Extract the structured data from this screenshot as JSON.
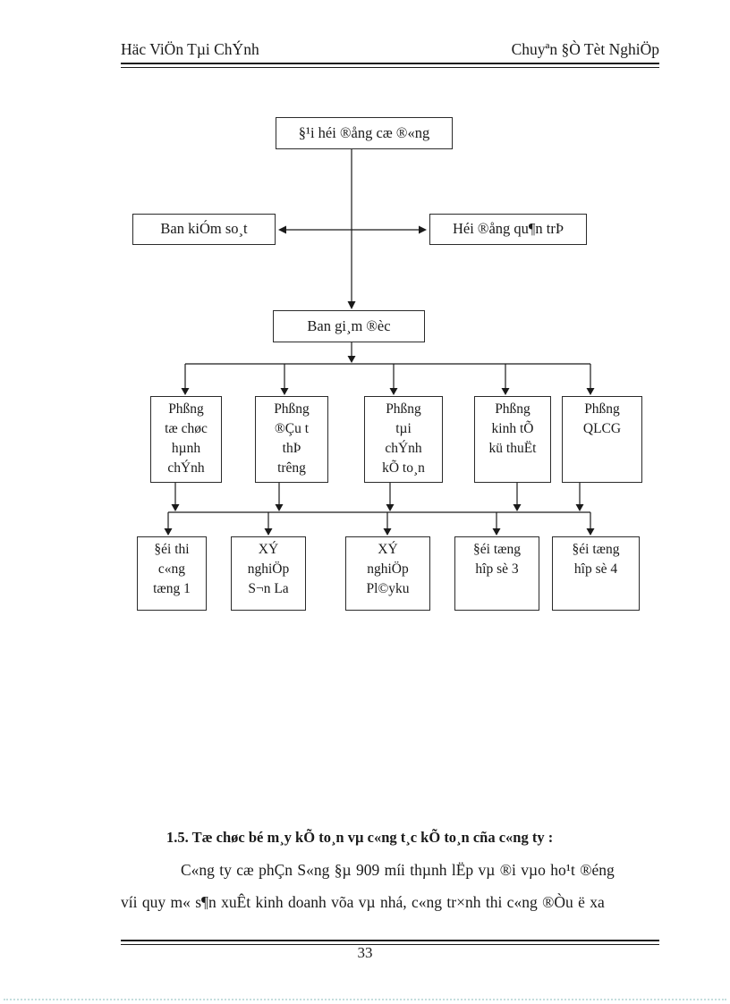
{
  "header": {
    "left": "Häc ViÖn Tµi ChÝnh",
    "right": "Chuyªn §Ò Tèt NghiÖp"
  },
  "org_chart": {
    "general_meeting": "§¹i héi ®ång cæ ®«ng",
    "supervisory_board": "Ban kiÓm so¸t",
    "management_board": "Héi ®ång qu¶n trÞ",
    "directors_board": "Ban gi¸m ®èc",
    "departments": [
      "Phßng\ntæ chøc\nhµnh\nchÝnh",
      "Phßng\n®Çu t\nthÞ\ntrêng",
      "Phßng\ntµi\nchÝnh\nkÕ to¸n",
      "Phßng\nkinh tÕ\nkü thuËt",
      "Phßng\nQLCG"
    ],
    "units": [
      "§éi thi\nc«ng\ntæng 1",
      "XÝ\nnghiÖp\nS¬n La",
      "XÝ\nnghiÖp\nPl©yku",
      "§éi tæng\nhîp sè 3",
      "§éi tæng\nhîp sè 4"
    ]
  },
  "body_text": {
    "heading": "1.5. Tæ chøc bé m¸y kÕ to¸n vµ c«ng t¸c kÕ to¸n cña c«ng ty :",
    "line1": "C«ng ty cæ phÇn S«ng §µ 909 míi thµnh lËp vµ ®i vµo ho¹t ®éng",
    "line2": "víi quy m« s¶n xuÊt kinh doanh võa vµ nhá, c«ng tr×nh thi c«ng ®Òu ë xa"
  },
  "footer": {
    "page_number": "33"
  }
}
